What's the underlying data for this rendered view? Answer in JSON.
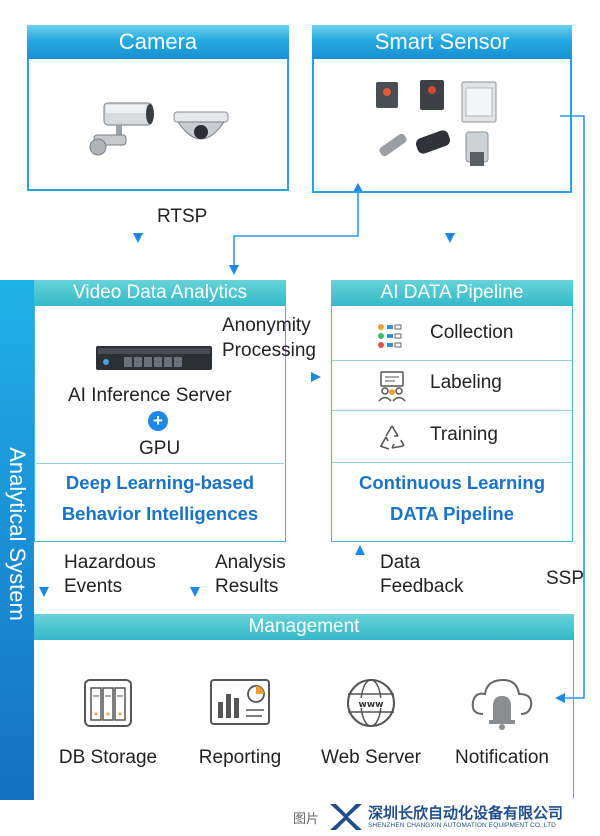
{
  "camera": {
    "title": "Camera"
  },
  "smart_sensor": {
    "title": "Smart Sensor"
  },
  "rtsp": "RTSP",
  "ssp": "SSP",
  "analytical_system": "Analytical System",
  "video_analytics": {
    "title": "Video Data Analytics",
    "server_label": "AI Inference Server",
    "gpu_label": "GPU",
    "plus": "+",
    "headline_line1": "Deep Learning-based",
    "headline_line2": "Behavior Intelligences"
  },
  "anonymity": {
    "line1": "Anonymity",
    "line2": "Processing"
  },
  "pipeline": {
    "title": "AI DATA Pipeline",
    "items": [
      {
        "label": "Collection",
        "icon": "checklist-icon"
      },
      {
        "label": "Labeling",
        "icon": "labeling-icon"
      },
      {
        "label": "Training",
        "icon": "recycle-icon"
      }
    ],
    "headline_line1": "Continuous Learning",
    "headline_line2": "DATA Pipeline"
  },
  "flows": {
    "hazardous": {
      "line1": "Hazardous",
      "line2": "Events"
    },
    "analysis": {
      "line1": "Analysis",
      "line2": "Results"
    },
    "feedback": {
      "line1": "Data",
      "line2": "Feedback"
    }
  },
  "management": {
    "title": "Management",
    "items": [
      {
        "label": "DB Storage",
        "icon": "database-icon"
      },
      {
        "label": "Reporting",
        "icon": "report-icon"
      },
      {
        "label": "Web Server",
        "icon": "globe-icon"
      },
      {
        "label": "Notification",
        "icon": "cloud-bell-icon"
      }
    ]
  },
  "footer": {
    "prefix": "图片",
    "company_cn": "深圳长欣自动化设备有限公司",
    "company_en": "SHENZHEN CHANGXIN AUTOMATION EQUIPMENT CO.,LTD"
  },
  "colors": {
    "accent": "#1791d4",
    "teal": "#34b9c8",
    "headline": "#1a73c8",
    "arrow": "#1e88e5"
  }
}
